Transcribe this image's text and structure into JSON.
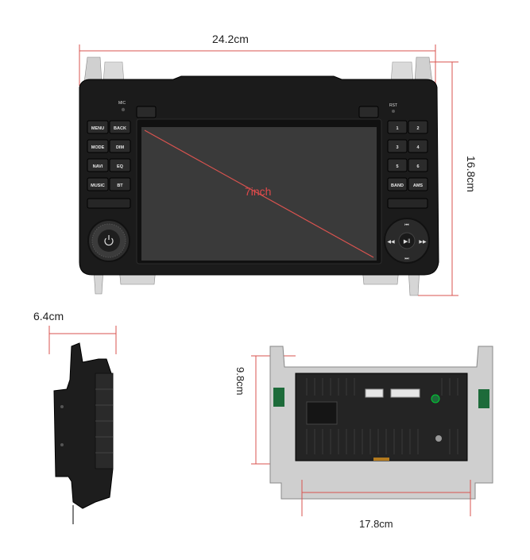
{
  "dimensions": {
    "width": "24.2cm",
    "height": "16.8cm",
    "depth": "6.4cm",
    "rear_height": "9.8cm",
    "rear_width": "17.8cm",
    "screen_diagonal": "7inch"
  },
  "front_panel": {
    "mic_label": "MIC",
    "rst_label": "RST",
    "left_buttons": [
      "MENU",
      "BACK",
      "MODE",
      "DIM",
      "NAVI",
      "EQ",
      "MUSIC",
      "BT"
    ],
    "right_buttons": [
      "1",
      "2",
      "3",
      "4",
      "5",
      "6",
      "BAND",
      "AMS"
    ]
  },
  "colors": {
    "measure_line": "#d9534f",
    "unit_body": "#1b1b1b",
    "bracket": "#cfcfcf",
    "screen": "#3a3a3a"
  }
}
